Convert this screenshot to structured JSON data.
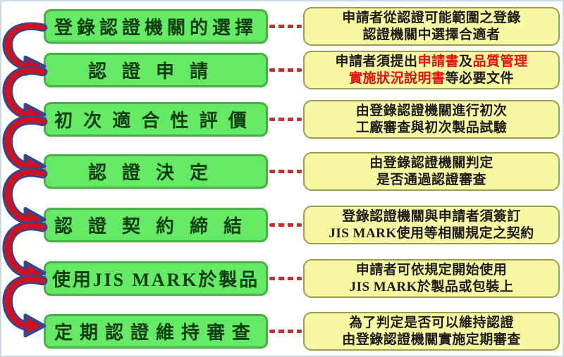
{
  "palette": {
    "green_fill": "#65ea65",
    "green_border": "#46b246",
    "green_text": "#0d3d0d",
    "yellow_fill": "#f8f8a2",
    "yellow_border": "#9c9c52",
    "text_black": "#1c1c1c",
    "highlight_red": "#e31212",
    "connector_red": "#cc2e2e",
    "arrow_red": "#d0111f",
    "arrow_outline": "#35458f"
  },
  "icons": {
    "flow_arrow": "curved-red-arrow-down",
    "flow_arrow_count": 6,
    "connector": "red-dashed-line"
  },
  "flow": {
    "steps": [
      {
        "label": "登錄認證機關的選擇",
        "description_lines": [
          [
            {
              "text": "申請者從認證可能範圍之登錄"
            }
          ],
          [
            {
              "text": "認證機關中選擇合適者"
            }
          ]
        ]
      },
      {
        "label": "認證申請",
        "description_lines": [
          [
            {
              "text": "申請者須提出"
            },
            {
              "text": "申請書",
              "red": true
            },
            {
              "text": "及"
            },
            {
              "text": "品質管理",
              "red": true
            }
          ],
          [
            {
              "text": "實施狀況說明書",
              "red": true
            },
            {
              "text": "等必要文件"
            }
          ]
        ]
      },
      {
        "label": "初次適合性評價",
        "description_lines": [
          [
            {
              "text": "由登錄認證機關進行初次"
            }
          ],
          [
            {
              "text": "工廠審查與初次製品試驗"
            }
          ]
        ]
      },
      {
        "label": "認證決定",
        "description_lines": [
          [
            {
              "text": "由登錄認證機關判定"
            }
          ],
          [
            {
              "text": "是否通過認證審查"
            }
          ]
        ]
      },
      {
        "label": "認證契約締結",
        "description_lines": [
          [
            {
              "text": "登錄認證機關與申請者須簽訂"
            }
          ],
          [
            {
              "text": "JIS MARK使用等相關規定之契約"
            }
          ]
        ]
      },
      {
        "label": "使用JIS MARK於製品",
        "description_lines": [
          [
            {
              "text": "申請者可依規定開始使用"
            }
          ],
          [
            {
              "text": "JIS MARK於製品或包裝上"
            }
          ]
        ]
      },
      {
        "label": "定期認證維持審查",
        "description_lines": [
          [
            {
              "text": "為了判定是否可以維持認證"
            }
          ],
          [
            {
              "text": "由登錄認證機關實施定期審查"
            }
          ]
        ]
      }
    ]
  }
}
